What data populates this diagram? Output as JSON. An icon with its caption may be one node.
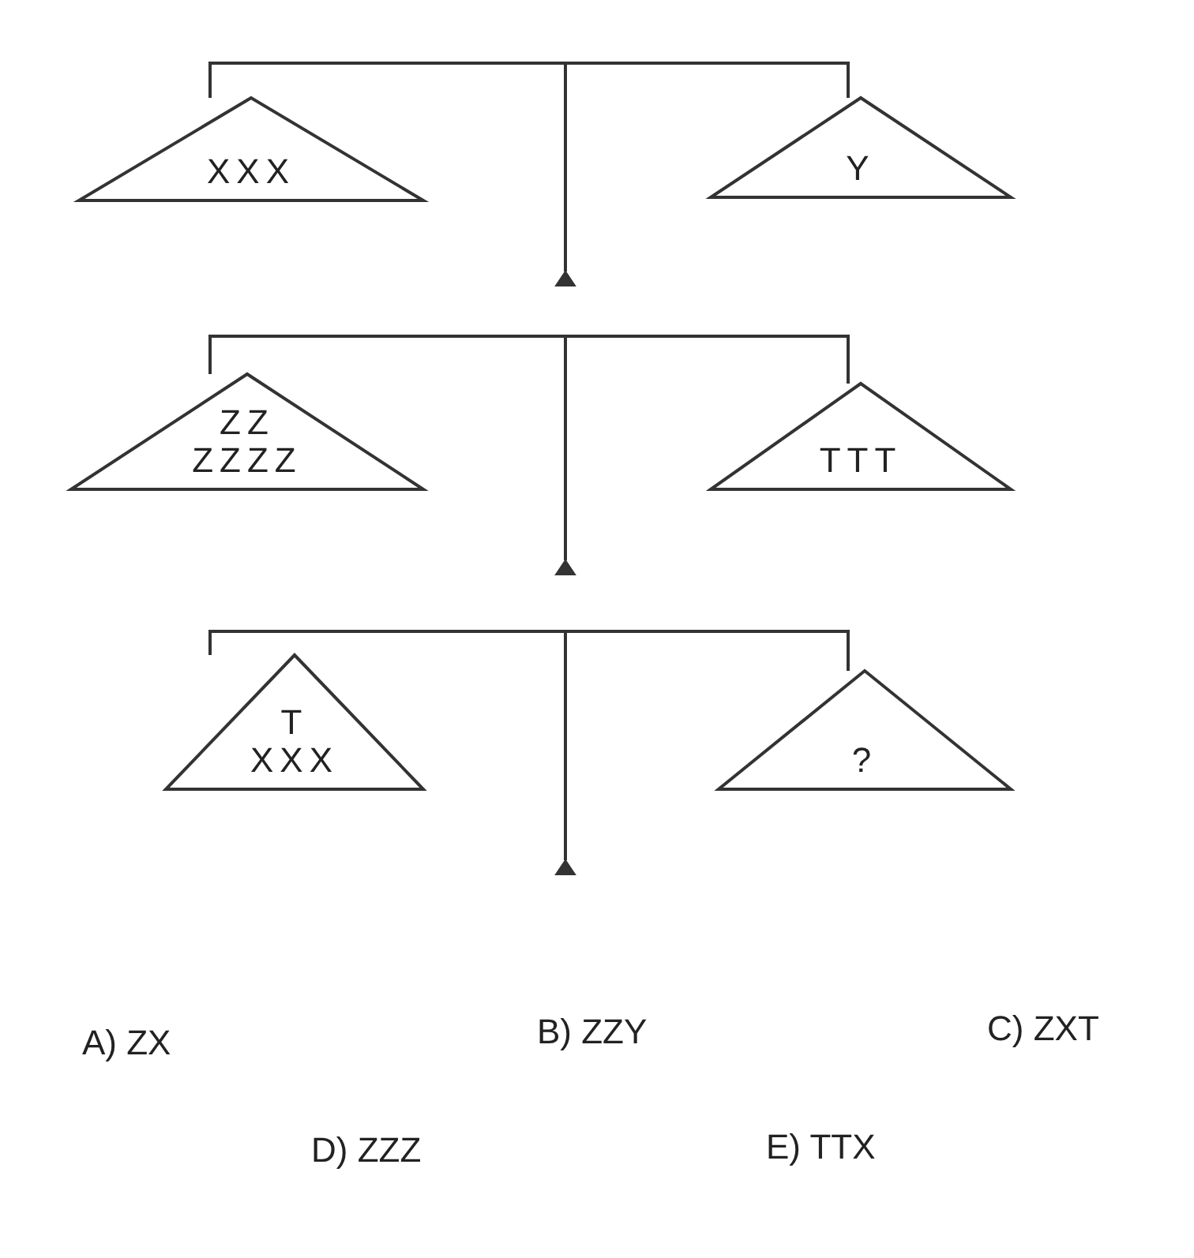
{
  "diagram": {
    "nodes": [
      {
        "text": [
          "XXX"
        ]
      },
      {
        "text": [
          "Y"
        ]
      },
      {
        "text": [
          "ZZ",
          "ZZZZ"
        ]
      },
      {
        "text": [
          "TTT"
        ]
      },
      {
        "text": [
          "T",
          "XXX"
        ]
      },
      {
        "text": [
          "?"
        ]
      }
    ],
    "labels": [
      "A) ZX",
      "B) ZZY",
      "C) ZXT",
      "D) ZZZ",
      "E) TTX"
    ]
  }
}
